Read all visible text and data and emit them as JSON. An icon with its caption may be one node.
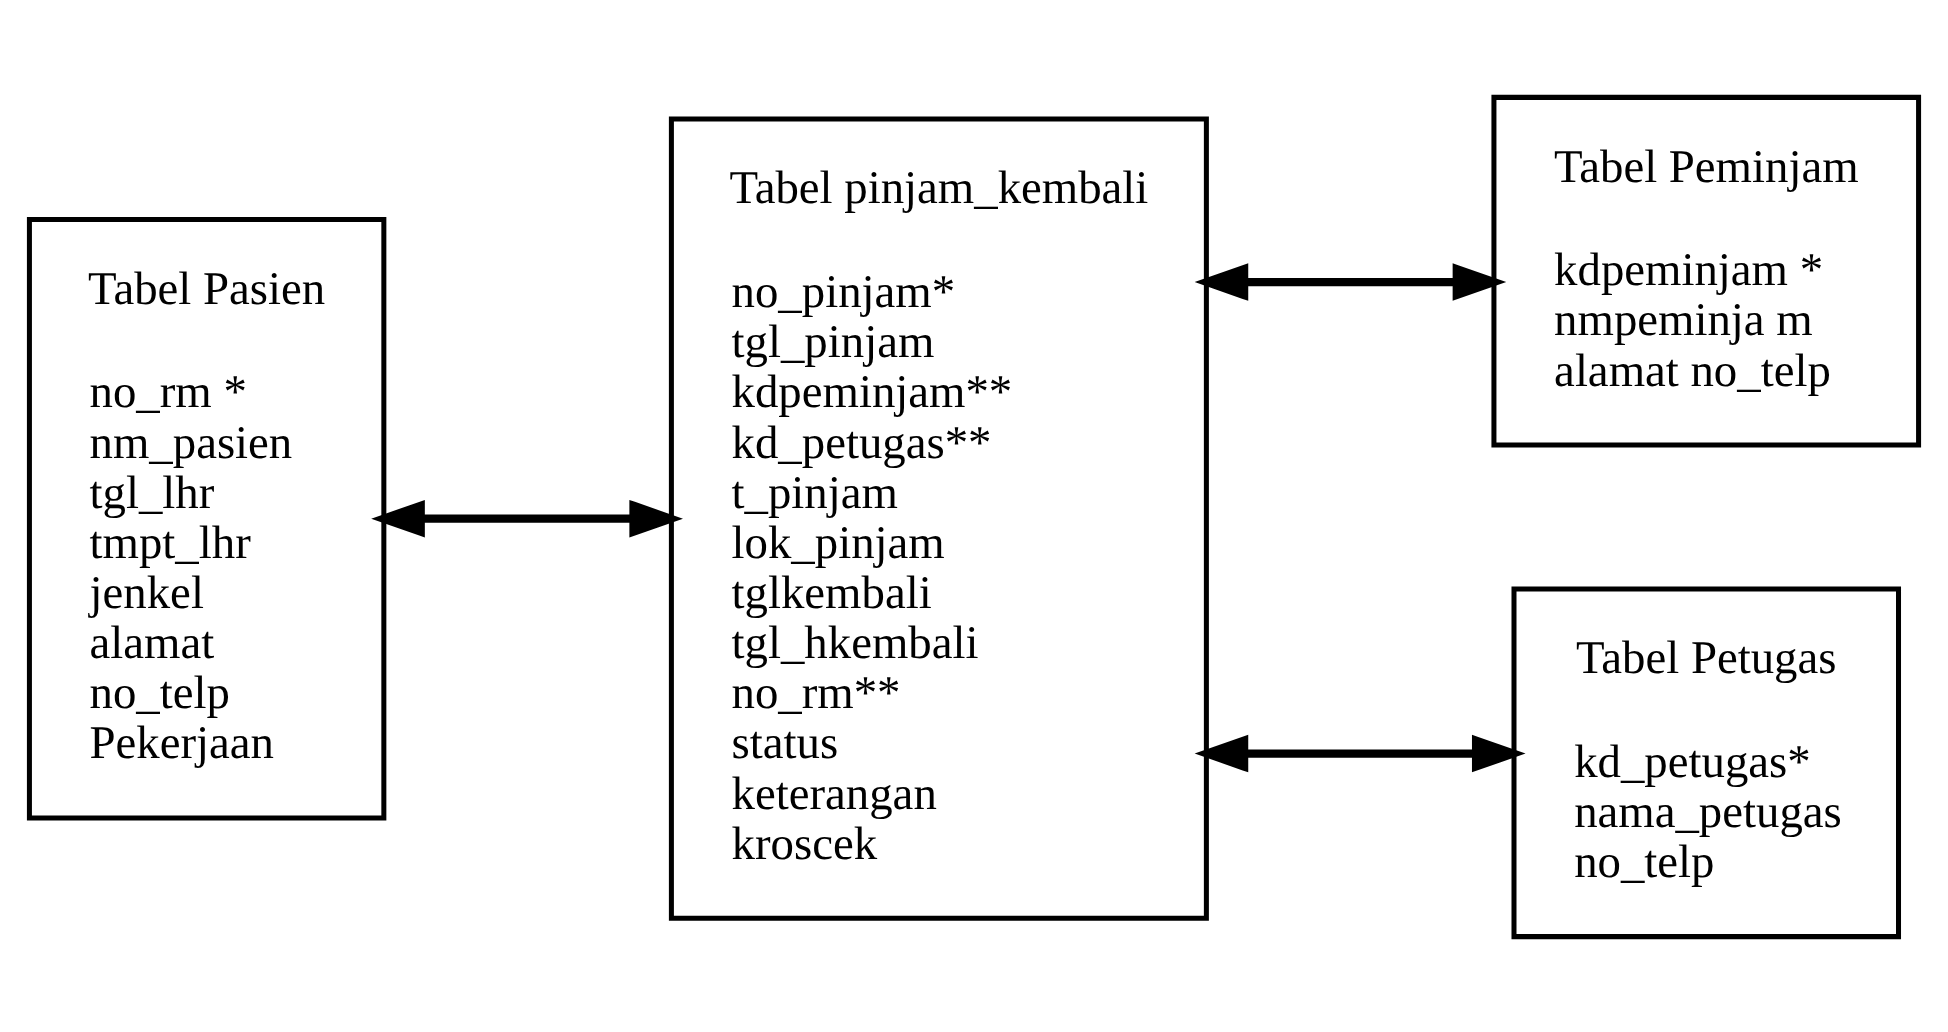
{
  "diagram": {
    "nodes": [
      {
        "text": [
          "Tabel Pasien",
          "no_rm *",
          "nm_pasien",
          "tgl_lhr",
          "tmpt_lhr",
          "jenkel",
          "alamat",
          "no_telp",
          "Pekerjaan"
        ]
      },
      {
        "text": [
          "Tabel pinjam_kembali",
          "no_pinjam*",
          "tgl_pinjam",
          "kdpeminjam**",
          "kd_petugas**",
          "t_pinjam",
          "lok_pinjam",
          "tglkembali",
          "tgl_hkembali",
          "no_rm**",
          "status",
          "keterangan",
          "kroscek"
        ]
      },
      {
        "text": [
          "Tabel Peminjam",
          "kdpeminjam *",
          "nmpeminja m",
          "alamat no_telp"
        ]
      },
      {
        "text": [
          "Tabel Petugas",
          "kd_petugas*",
          "nama_petugas",
          "no_telp"
        ]
      }
    ],
    "edges": [
      {
        "from": 0,
        "to": 1,
        "arrow": "both"
      },
      {
        "from": 1,
        "to": 2,
        "arrow": "both"
      },
      {
        "from": 1,
        "to": 3,
        "arrow": "both"
      }
    ]
  }
}
